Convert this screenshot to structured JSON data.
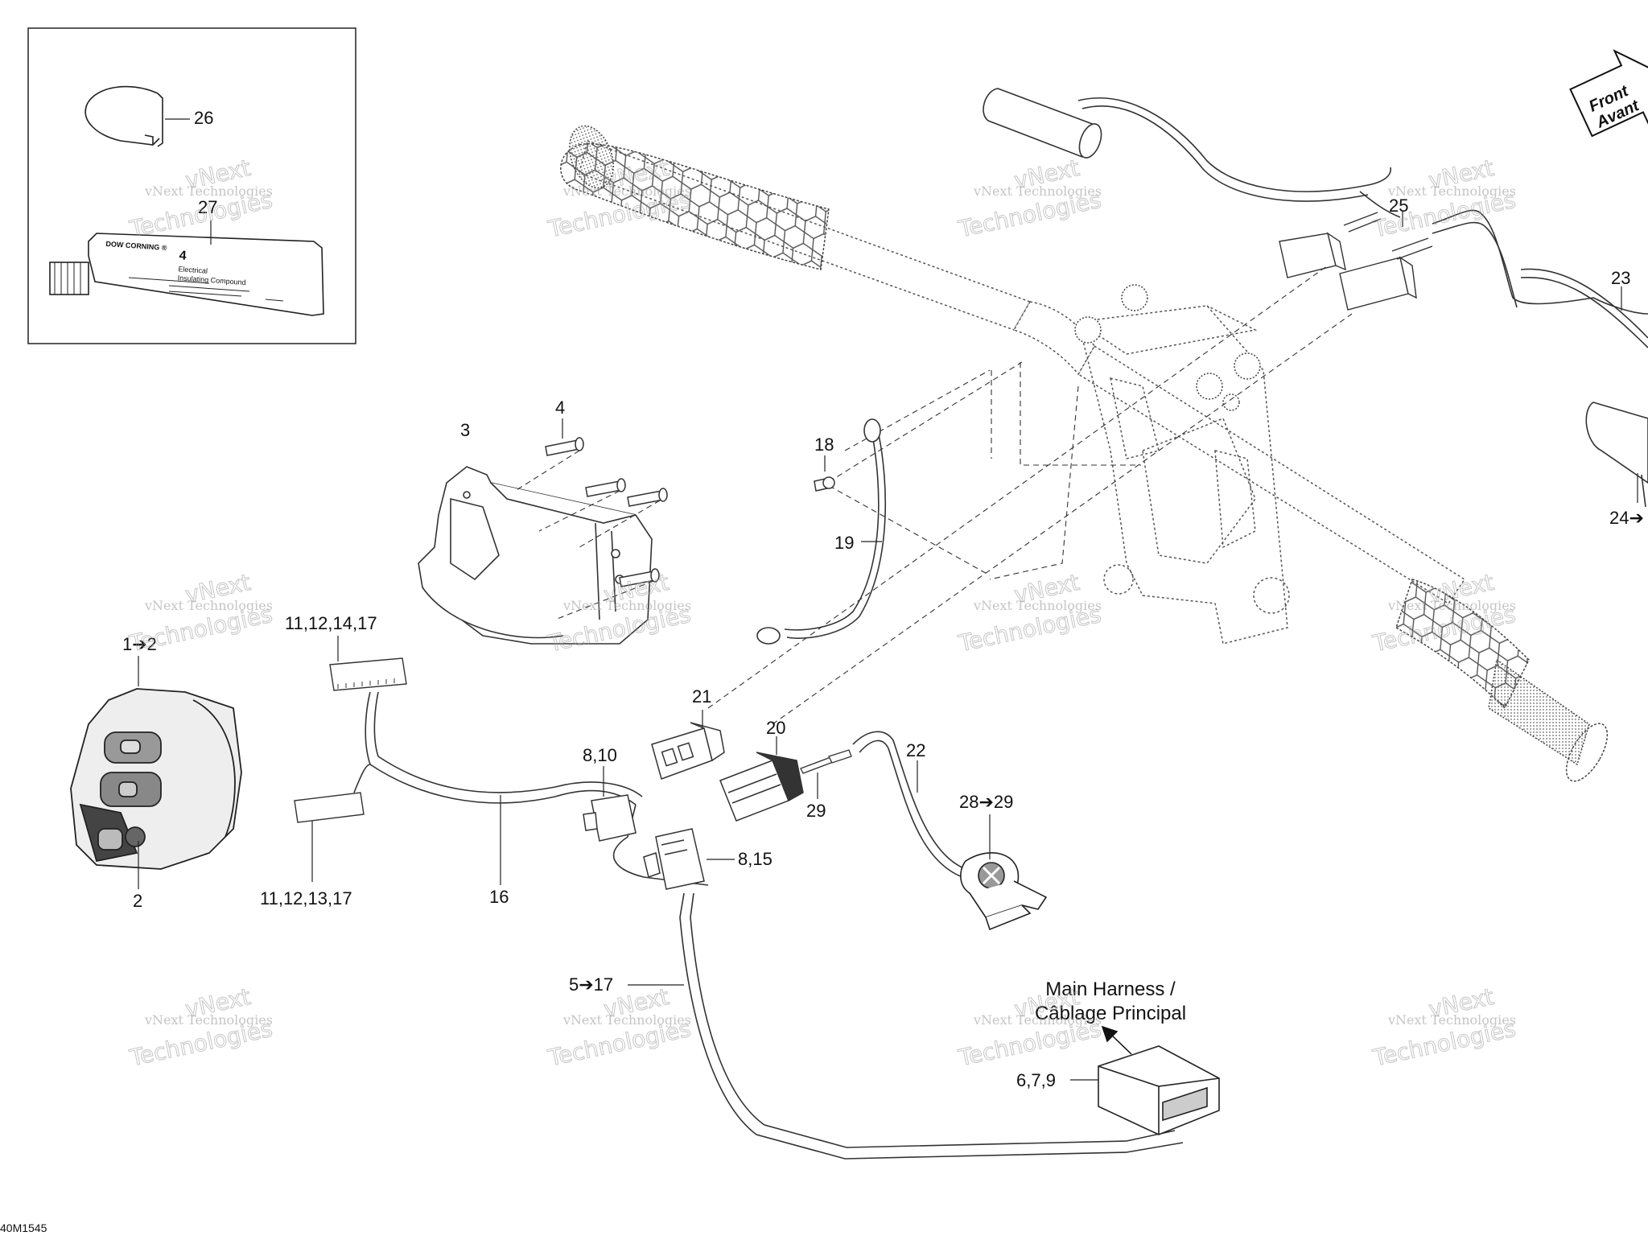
{
  "callouts": {
    "c26": "26",
    "c27": "27",
    "c3": "3",
    "c4": "4",
    "c18": "18",
    "c19": "19",
    "c1to2": "1➔2",
    "c2": "2",
    "c11_12_14_17": "11,12,14,17",
    "c11_12_13_17": "11,12,13,17",
    "c16": "16",
    "c21": "21",
    "c20": "20",
    "c8_10": "8,10",
    "c8_15": "8,15",
    "c29": "29",
    "c22": "22",
    "c28to29": "28➔29",
    "c5to17": "5➔17",
    "c6_7_9": "6,7,9",
    "c25": "25",
    "c23": "23",
    "c24": "24➔"
  },
  "main_harness": {
    "line1": "Main Harness /",
    "line2": "Câblage Principal"
  },
  "front_badge": {
    "line1": "Front",
    "line2": "Avant"
  },
  "tube_label": {
    "brand": "DOW CORNING ®",
    "number": "4",
    "line1": "Electrical",
    "line2": "Insulating Compound"
  },
  "watermark": {
    "line1": "vNext Technologies",
    "line2": "Technologies",
    "big": "vNext"
  },
  "diagram_code": "40M1545"
}
